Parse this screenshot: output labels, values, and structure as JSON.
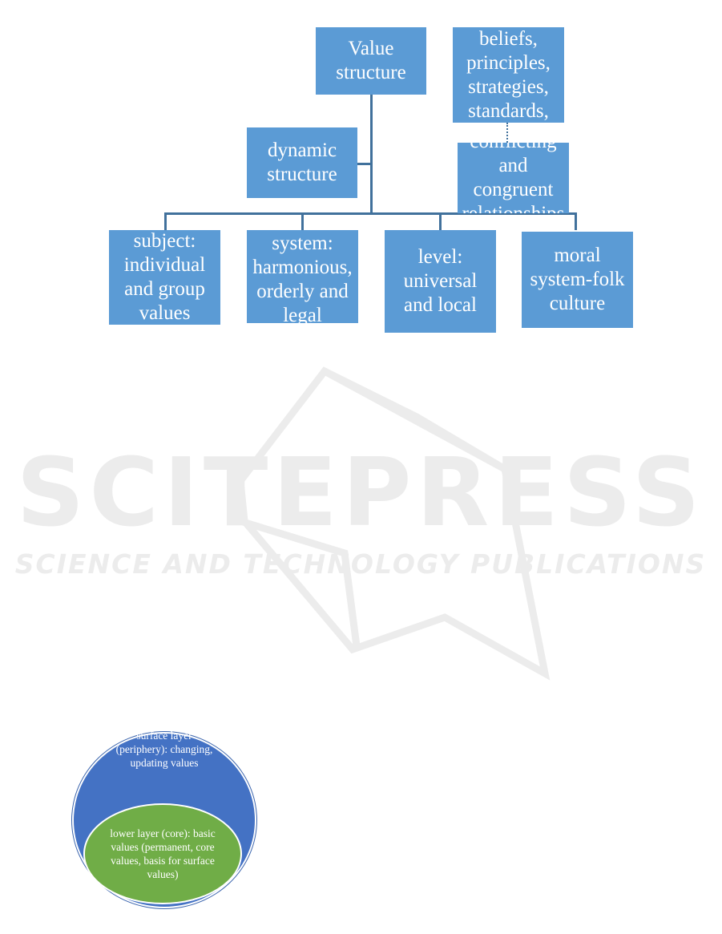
{
  "diagram": {
    "root": "Value structure",
    "dynamic": "dynamic structure",
    "beliefs": "beliefs, principles, strategies, standards,",
    "conflicting": "conflicting and congruent relationships",
    "children": [
      "subject: individual and group values",
      "system: harmonious, orderly and legal",
      "level: universal and local",
      "moral system-folk culture"
    ]
  },
  "watermark": {
    "title": "SCITEPRESS",
    "subtitle": "SCIENCE AND TECHNOLOGY PUBLICATIONS"
  },
  "layers": {
    "surface": "surface layer (periphery): changing, updating values",
    "core": "lower layer (core): basic values (permanent, core values, basis for surface values)"
  },
  "colors": {
    "box": "#5b9bd5",
    "connector": "#41719c",
    "outer_layer": "#4472c4",
    "inner_layer": "#70ad47"
  }
}
